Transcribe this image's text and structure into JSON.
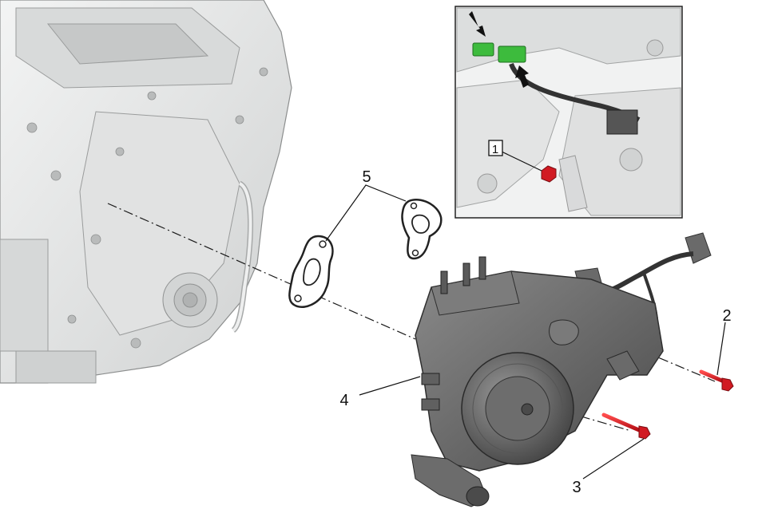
{
  "callouts": {
    "c1": "1",
    "c2": "2",
    "c3": "3",
    "c4": "4",
    "c5": "5"
  },
  "colors": {
    "fastener_red": "#d11a22",
    "connector_green": "#3dbb3d",
    "engine_light": "#e9eaea",
    "part_dark": "#6e6e6e",
    "line": "#1a1a1a"
  },
  "icons": [
    "arrow-down-icon",
    "arrow-up-icon"
  ]
}
